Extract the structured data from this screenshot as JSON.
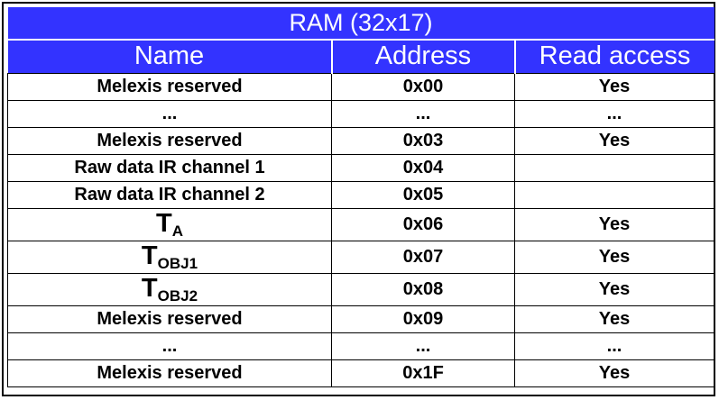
{
  "table": {
    "title": "RAM (32x17)",
    "headers": [
      "Name",
      "Address",
      "Read access"
    ],
    "rows": [
      {
        "name": "Melexis reserved",
        "address": "0x00",
        "access": "Yes"
      },
      {
        "name": "...",
        "address": "...",
        "access": "..."
      },
      {
        "name": "Melexis reserved",
        "address": "0x03",
        "access": "Yes"
      },
      {
        "name": "Raw data IR channel 1",
        "address": "0x04",
        "access": ""
      },
      {
        "name": "Raw data IR channel 2",
        "address": "0x05",
        "access": ""
      },
      {
        "name_main": "T",
        "name_sub": "A",
        "address": "0x06",
        "access": "Yes"
      },
      {
        "name_main": "T",
        "name_sub": "OBJ1",
        "address": "0x07",
        "access": "Yes"
      },
      {
        "name_main": "T",
        "name_sub": "OBJ2",
        "address": "0x08",
        "access": "Yes"
      },
      {
        "name": "Melexis reserved",
        "address": "0x09",
        "access": "Yes"
      },
      {
        "name": "...",
        "address": "...",
        "access": "..."
      },
      {
        "name": "Melexis reserved",
        "address": "0x1F",
        "access": "Yes"
      }
    ]
  }
}
